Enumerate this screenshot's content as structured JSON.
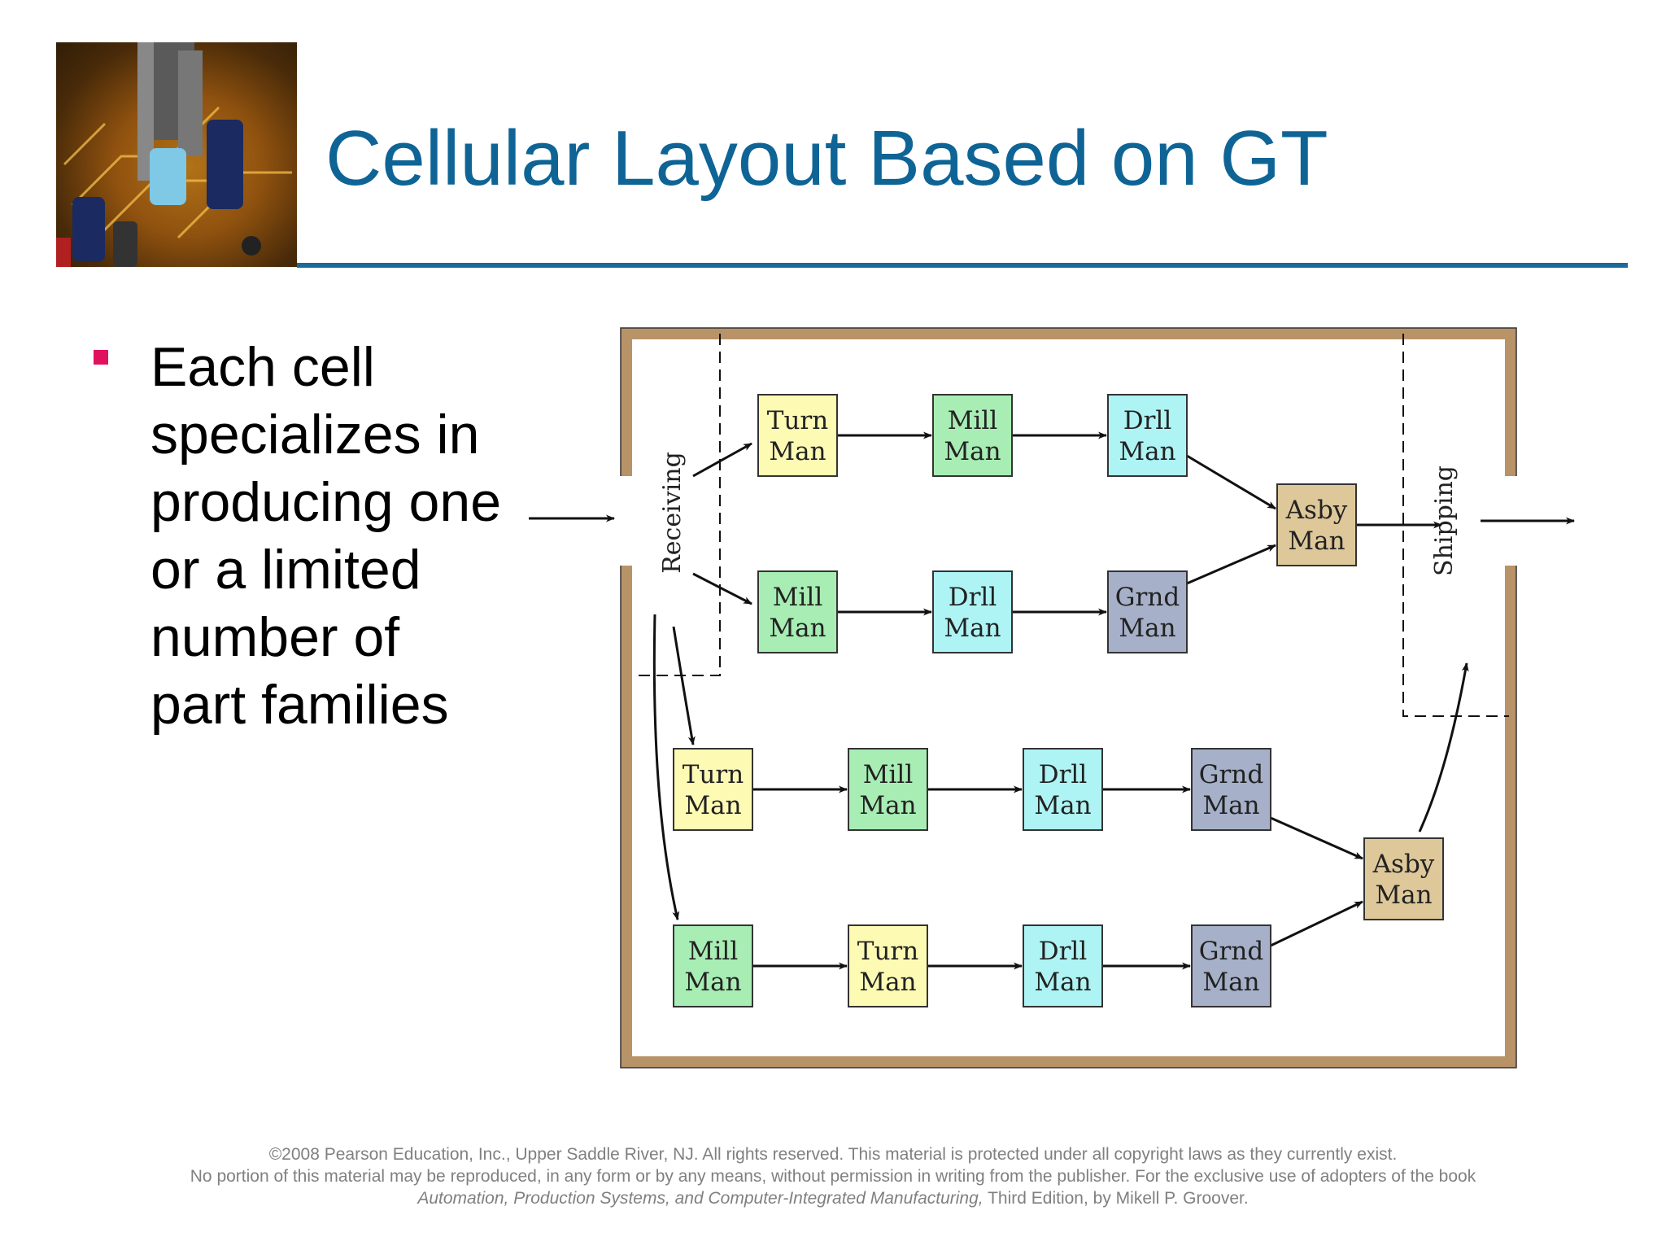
{
  "slide": {
    "title": "Cellular Layout Based on GT",
    "bullet": "Each cell specializes in producing one or a limited number of part families"
  },
  "diagram": {
    "receiving_label": "Receiving",
    "shipping_label": "Shipping",
    "cells": [
      [
        {
          "line1": "Turn",
          "line2": "Man",
          "kind": "turn"
        },
        {
          "line1": "Mill",
          "line2": "Man",
          "kind": "mill"
        },
        {
          "line1": "Drll",
          "line2": "Man",
          "kind": "drll"
        }
      ],
      [
        {
          "line1": "Mill",
          "line2": "Man",
          "kind": "mill"
        },
        {
          "line1": "Drll",
          "line2": "Man",
          "kind": "drll"
        },
        {
          "line1": "Grnd",
          "line2": "Man",
          "kind": "grnd"
        }
      ],
      [
        {
          "line1": "Turn",
          "line2": "Man",
          "kind": "turn"
        },
        {
          "line1": "Mill",
          "line2": "Man",
          "kind": "mill"
        },
        {
          "line1": "Drll",
          "line2": "Man",
          "kind": "drll"
        },
        {
          "line1": "Grnd",
          "line2": "Man",
          "kind": "grnd"
        }
      ],
      [
        {
          "line1": "Mill",
          "line2": "Man",
          "kind": "mill"
        },
        {
          "line1": "Turn",
          "line2": "Man",
          "kind": "turn"
        },
        {
          "line1": "Drll",
          "line2": "Man",
          "kind": "drll"
        },
        {
          "line1": "Grnd",
          "line2": "Man",
          "kind": "grnd"
        }
      ]
    ],
    "assembly": [
      {
        "line1": "Asby",
        "line2": "Man",
        "kind": "asby"
      },
      {
        "line1": "Asby",
        "line2": "Man",
        "kind": "asby"
      }
    ],
    "colors": {
      "turn": "#fdfab4",
      "mill": "#a8edb4",
      "drll": "#aef4f4",
      "grnd": "#a6b0c8",
      "asby": "#dec89a",
      "wall": "#b89368"
    }
  },
  "footer": {
    "line1": "©2008 Pearson Education, Inc., Upper Saddle River, NJ.  All rights reserved.  This material is protected under all copyright laws as they currently exist.",
    "line2": "No portion of this material may be reproduced, in any form or by any means, without permission in writing from the publisher.  For the exclusive use of adopters of the book",
    "line3_italic": "Automation, Production Systems, and Computer-Integrated Manufacturing,",
    "line3_rest": " Third Edition, by Mikell P. Groover."
  },
  "theme": {
    "title_color": "#0f6496",
    "bullet_color": "#e0115f",
    "rule_color": "#1a6a9a"
  }
}
